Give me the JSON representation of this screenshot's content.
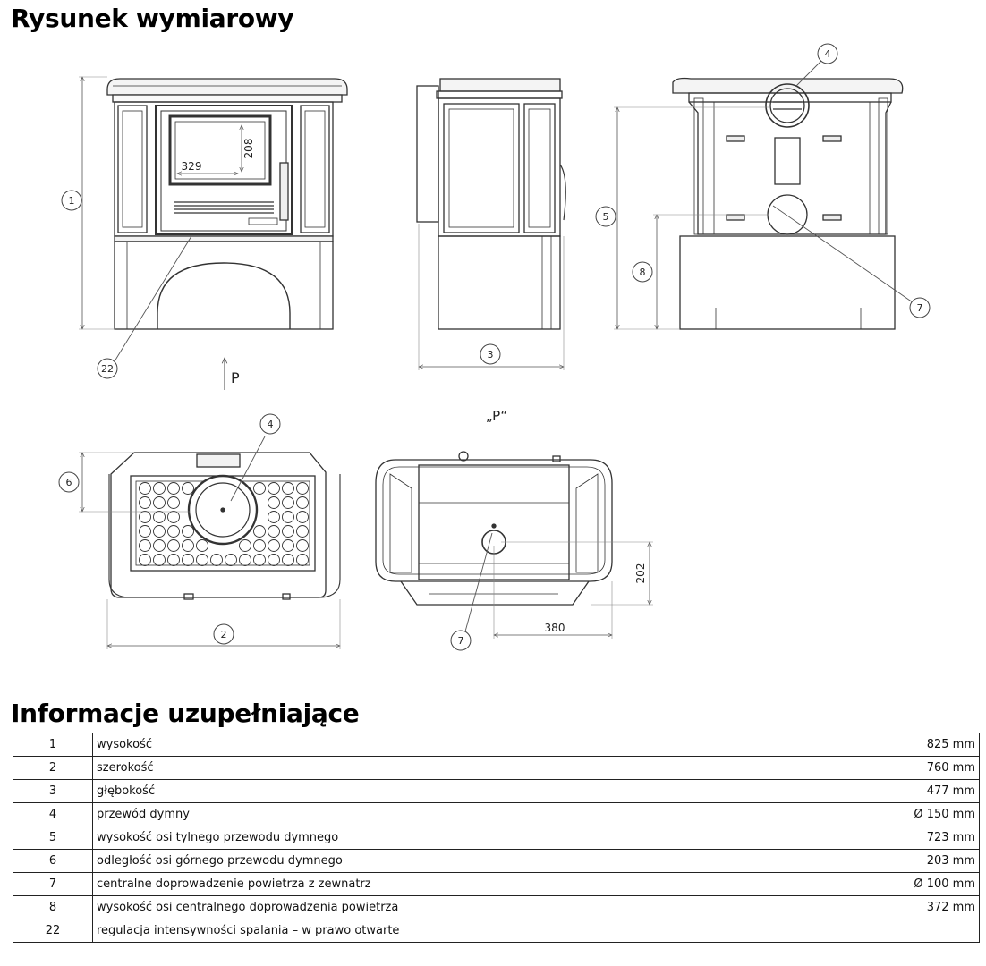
{
  "header": {
    "title": "Rysunek wymiarowy"
  },
  "drawing": {
    "view_labels": {
      "arrow": "P",
      "quoted": "„P“"
    },
    "callouts": {
      "c1": "1",
      "c2": "2",
      "c3": "3",
      "c4": "4",
      "c5": "5",
      "c6": "6",
      "c7": "7",
      "c8": "8",
      "c22": "22"
    },
    "dimensions": {
      "door_width": "329",
      "door_height": "208",
      "air_height": "202",
      "air_offset": "380"
    }
  },
  "info": {
    "title": "Informacje uzupełniające",
    "rows": [
      {
        "num": "1",
        "desc": "wysokość",
        "value": "825 mm"
      },
      {
        "num": "2",
        "desc": "szerokość",
        "value": "760 mm"
      },
      {
        "num": "3",
        "desc": "głębokość",
        "value": "477 mm"
      },
      {
        "num": "4",
        "desc": "przewód dymny",
        "value": "Ø 150 mm"
      },
      {
        "num": "5",
        "desc": "wysokość osi tylnego przewodu dymnego",
        "value": "723 mm"
      },
      {
        "num": "6",
        "desc": "odległość osi górnego przewodu dymnego",
        "value": "203 mm"
      },
      {
        "num": "7",
        "desc": "centralne doprowadzenie powietrza z zewnatrz",
        "value": "Ø 100 mm"
      },
      {
        "num": "8",
        "desc": "wysokość osi centralnego doprowadzenia powietrza",
        "value": "372 mm"
      },
      {
        "num": "22",
        "desc": "regulacja intensywności spalania – w prawo otwarte",
        "value": ""
      }
    ]
  }
}
